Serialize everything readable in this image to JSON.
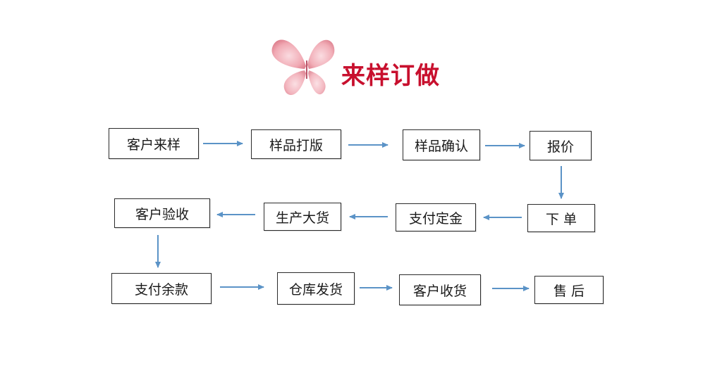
{
  "title": "来样订做",
  "colors": {
    "arrow": "#5b93c7",
    "title": "#c8102e",
    "butterfly": "#ee9aa6"
  },
  "steps": [
    "客户来样",
    "样品打版",
    "样品确认",
    "报价",
    "下 单",
    "支付定金",
    "生产大货",
    "客户验收",
    "支付余款",
    "仓库发货",
    "客户收货",
    "售 后"
  ],
  "decor": {
    "logo_icon": "butterfly-icon"
  }
}
